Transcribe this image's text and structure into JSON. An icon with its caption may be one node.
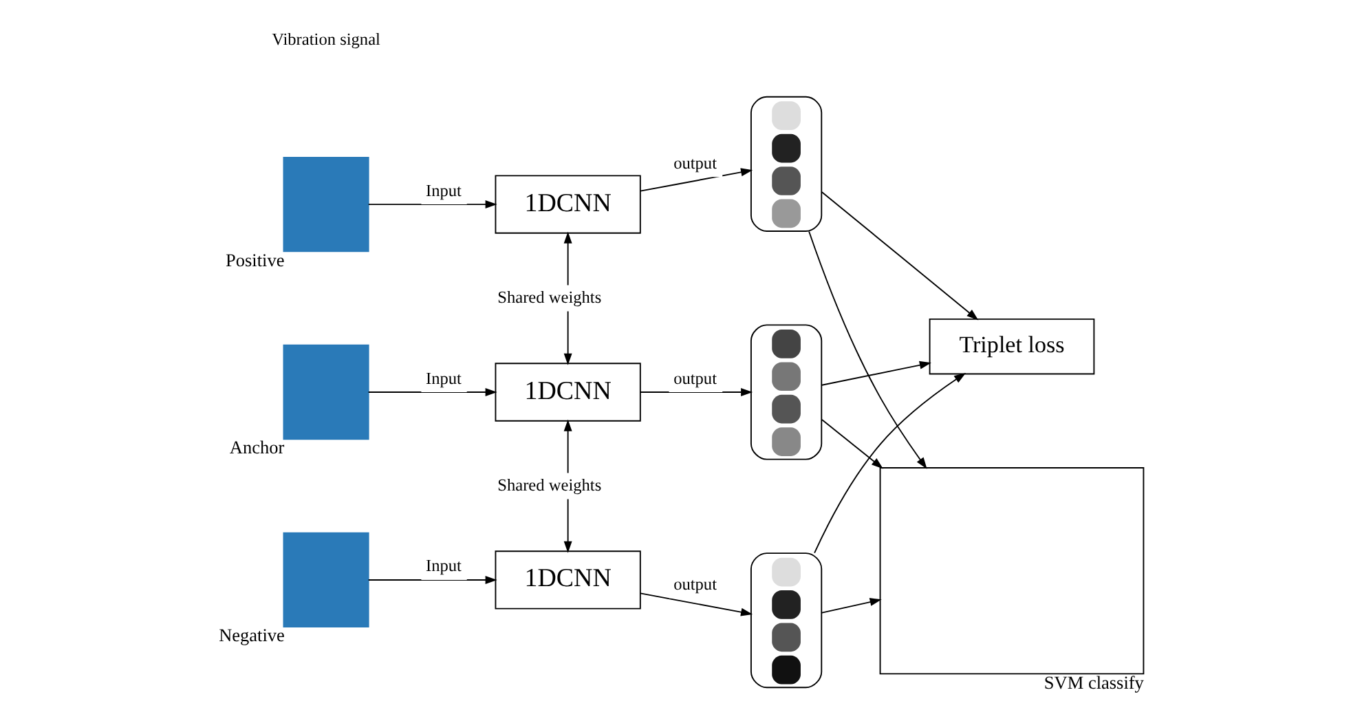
{
  "diagram": {
    "nodes": [
      {
        "text": [],
        "shape": "box",
        "beside": [
          "Positive"
        ]
      },
      {
        "text": [],
        "shape": "box",
        "beside": [
          "Anchor"
        ]
      },
      {
        "text": [],
        "shape": "box",
        "beside": [
          "Negative"
        ]
      },
      {
        "text": [
          "1DCNN"
        ]
      },
      {
        "text": [
          "1DCNN"
        ]
      },
      {
        "text": [
          "1DCNN"
        ]
      },
      {
        "text": [],
        "shape": "bar"
      },
      {
        "text": [],
        "shape": "bar"
      },
      {
        "text": [],
        "shape": "bar"
      },
      {
        "text": [
          "Triplet loss"
        ]
      },
      {
        "text": [],
        "shape": "box",
        "beside": [
          "SVM classify"
        ]
      }
    ],
    "edges": [
      {
        "from": 0,
        "to": 3,
        "arrow": "to",
        "label": "Input"
      },
      {
        "from": 1,
        "to": 4,
        "arrow": "to",
        "label": "Input"
      },
      {
        "from": 2,
        "to": 5,
        "arrow": "to",
        "label": "Input"
      },
      {
        "from": 3,
        "to": 6,
        "arrow": "to",
        "label": "output"
      },
      {
        "from": 4,
        "to": 7,
        "arrow": "to",
        "label": "output"
      },
      {
        "from": 5,
        "to": 8,
        "arrow": "to",
        "label": "output"
      },
      {
        "from": 3,
        "to": 4,
        "arrow": "both",
        "label": "Shared weights"
      },
      {
        "from": 4,
        "to": 5,
        "arrow": "both",
        "label": "Shared weights"
      },
      {
        "from": 6,
        "to": 9,
        "arrow": "to"
      },
      {
        "from": 7,
        "to": 9,
        "arrow": "to"
      },
      {
        "from": 8,
        "to": 9,
        "arrow": "to"
      },
      {
        "from": 6,
        "to": 10,
        "arrow": "to"
      },
      {
        "from": 7,
        "to": 10,
        "arrow": "to"
      },
      {
        "from": 8,
        "to": 10,
        "arrow": "to"
      }
    ],
    "labels": [
      "Vibration signal"
    ]
  }
}
